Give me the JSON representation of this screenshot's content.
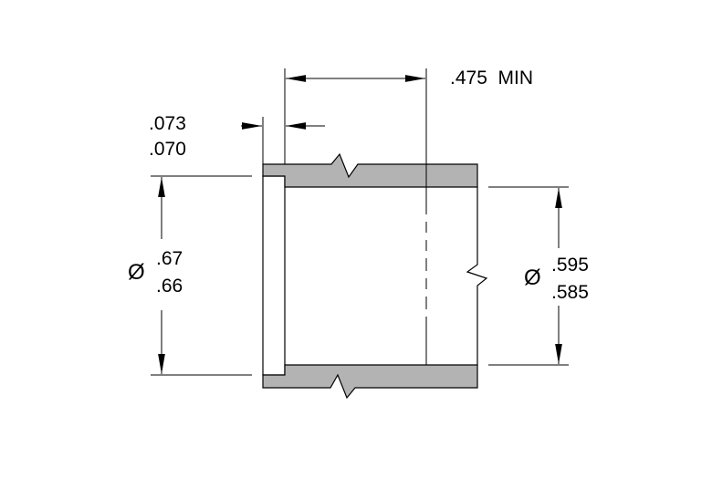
{
  "dimensions": {
    "length_min": ".475  MIN",
    "flange_thickness": {
      "max": ".073",
      "min": ".070"
    },
    "outer_diameter": {
      "symbol": "Ø",
      "max": ".67",
      "min": ".66"
    },
    "inner_diameter": {
      "symbol": "Ø",
      "max": ".595",
      "min": ".585"
    }
  },
  "colors": {
    "section_fill": "#b3b3b3",
    "line": "#000000",
    "background": "#ffffff"
  }
}
